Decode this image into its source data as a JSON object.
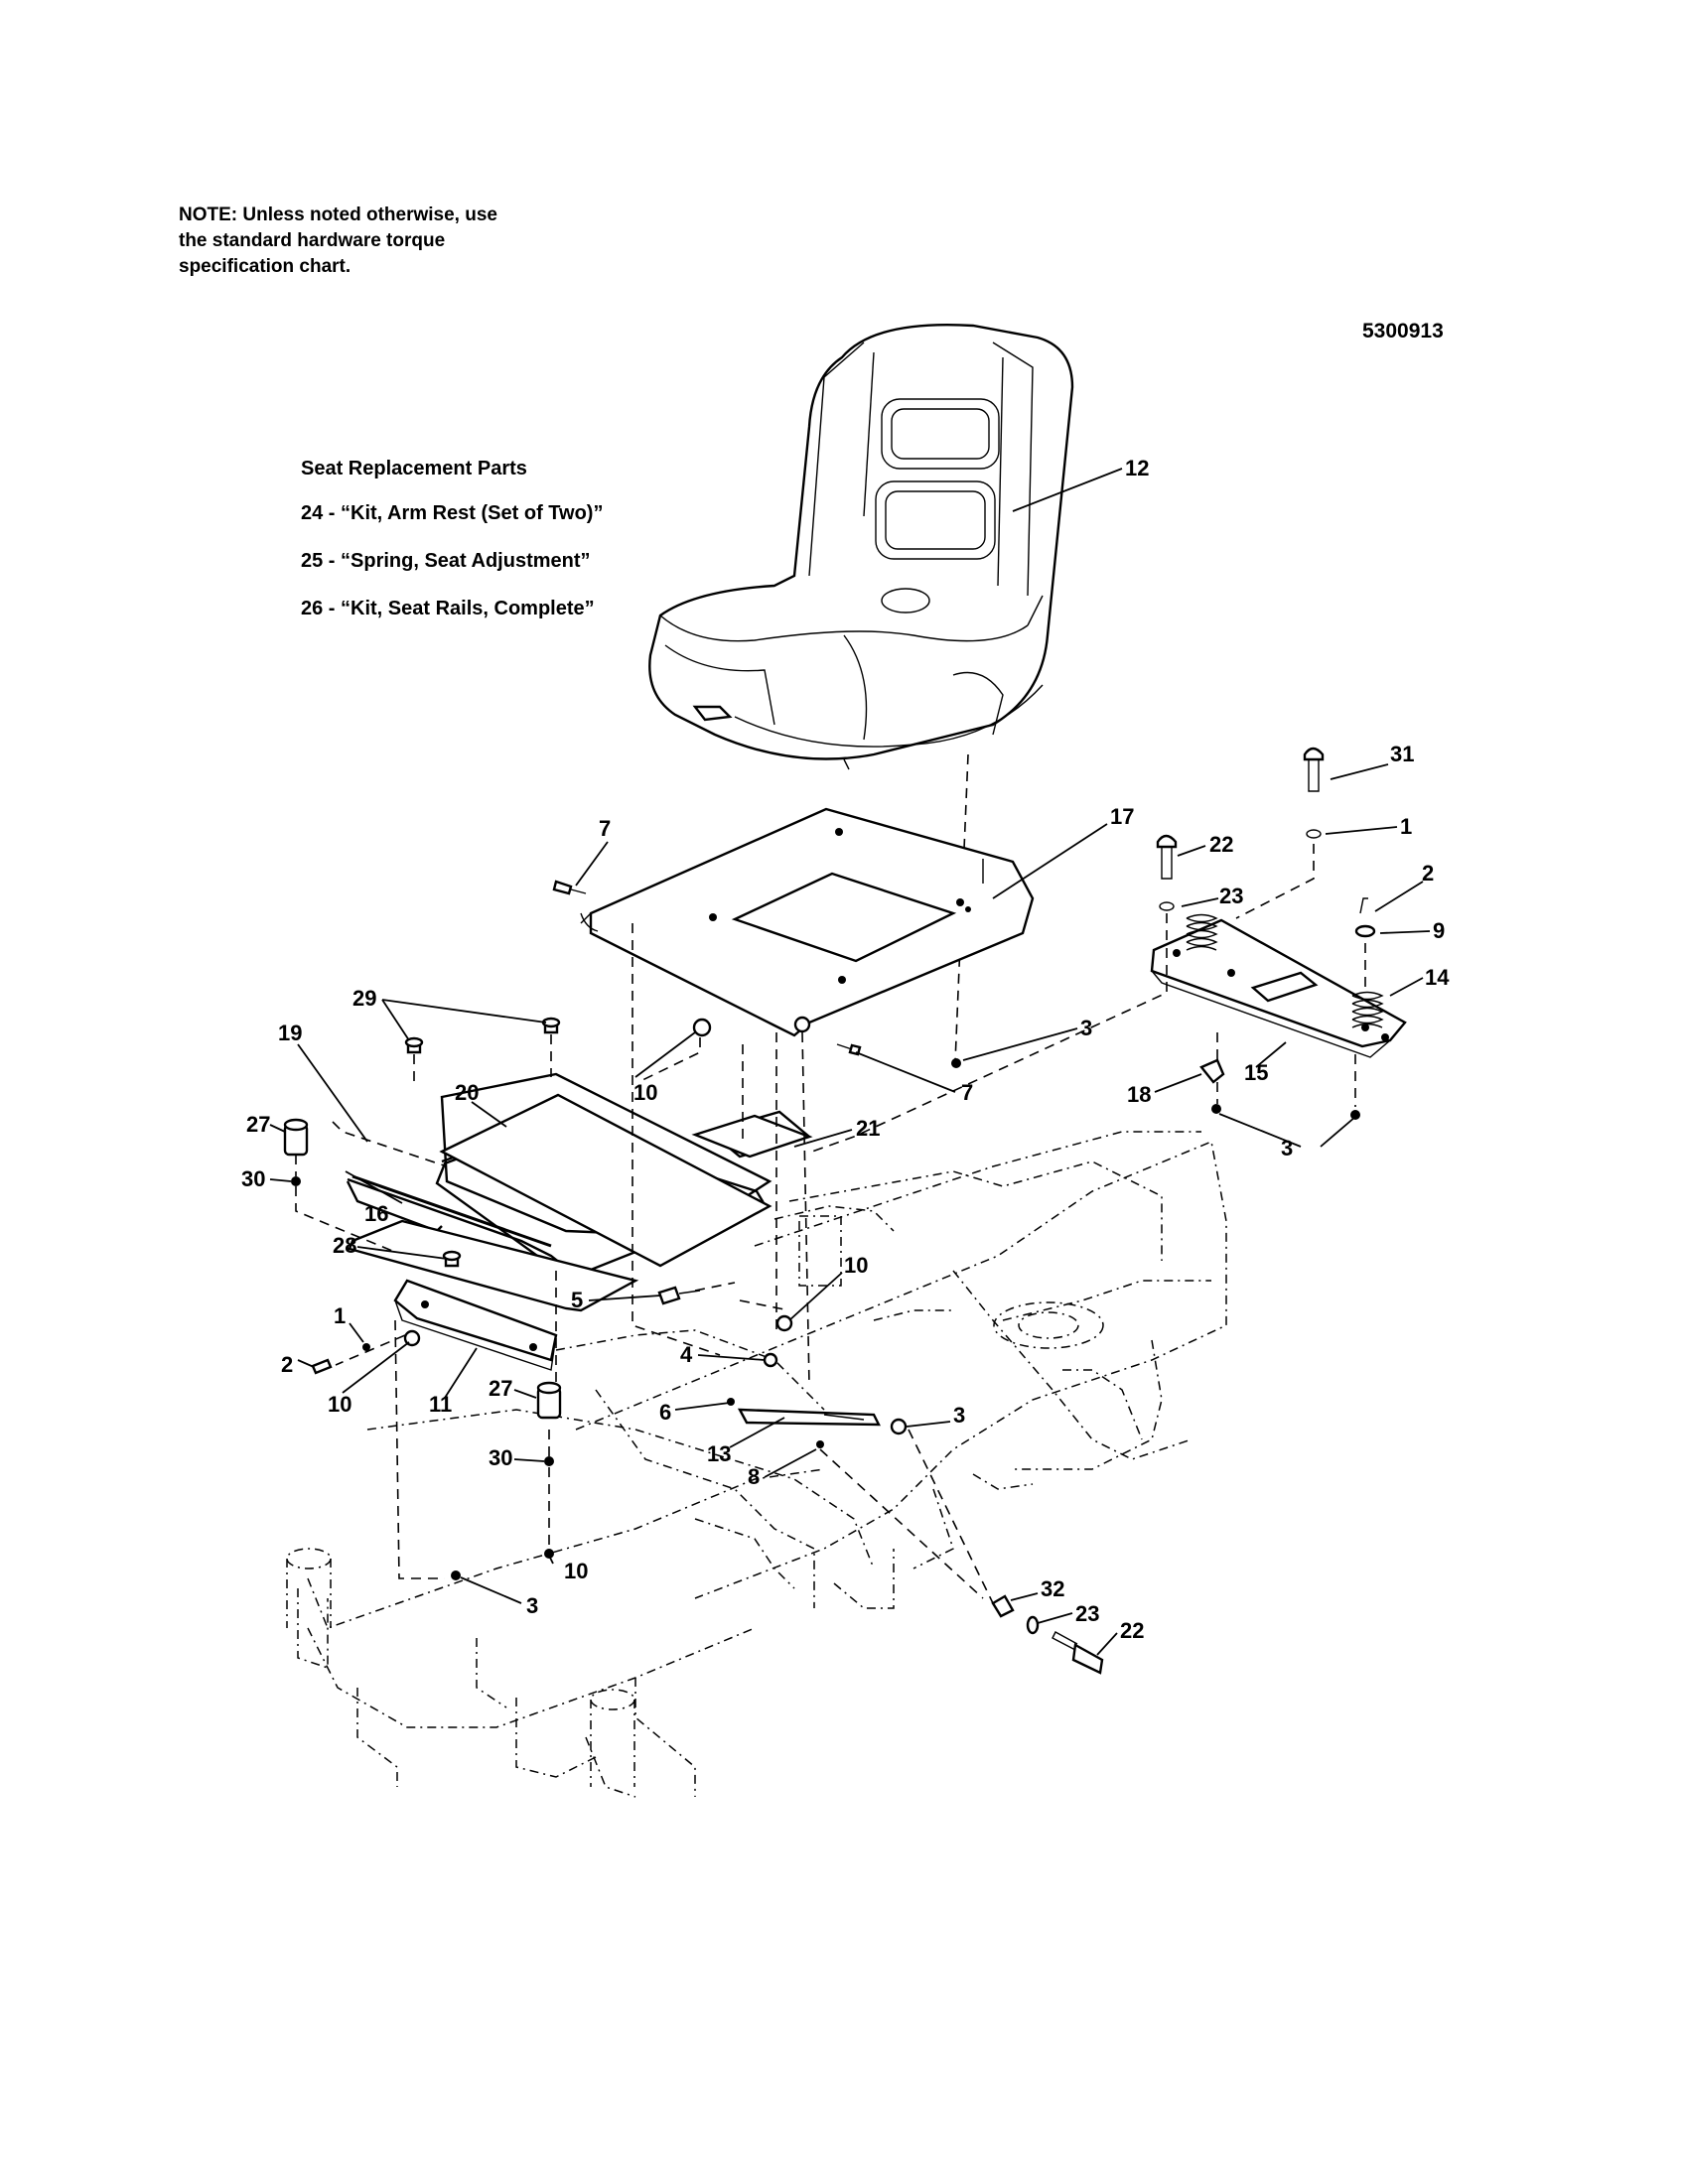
{
  "note": {
    "line1": "NOTE: Unless noted otherwise, use",
    "line2": "the standard hardware torque",
    "line3": "specification chart."
  },
  "document_number": "5300913",
  "replacement_parts": {
    "title": "Seat Replacement Parts",
    "items": [
      "24 - “Kit, Arm Rest (Set of Two)”",
      "25 - “Spring, Seat Adjustment”",
      "26 - “Kit, Seat Rails, Complete”"
    ]
  },
  "callouts": {
    "c1": "12",
    "c2": "31",
    "c3": "17",
    "c4": "7",
    "c5": "22",
    "c6": "1",
    "c7": "23",
    "c8": "2",
    "c9": "9",
    "c10": "14",
    "c11": "3",
    "c12": "29",
    "c13": "19",
    "c14": "20",
    "c15": "10",
    "c16": "7",
    "c17": "21",
    "c18": "18",
    "c19": "15",
    "c20": "3",
    "c21": "27",
    "c22": "30",
    "c23": "16",
    "c24": "28",
    "c25": "10",
    "c26": "5",
    "c27": "1",
    "c28": "2",
    "c29": "4",
    "c30": "3",
    "c31": "10",
    "c32": "11",
    "c33": "27",
    "c34": "6",
    "c35": "13",
    "c36": "30",
    "c37": "8",
    "c38": "10",
    "c39": "32",
    "c40": "23",
    "c41": "22",
    "c42": "3"
  }
}
